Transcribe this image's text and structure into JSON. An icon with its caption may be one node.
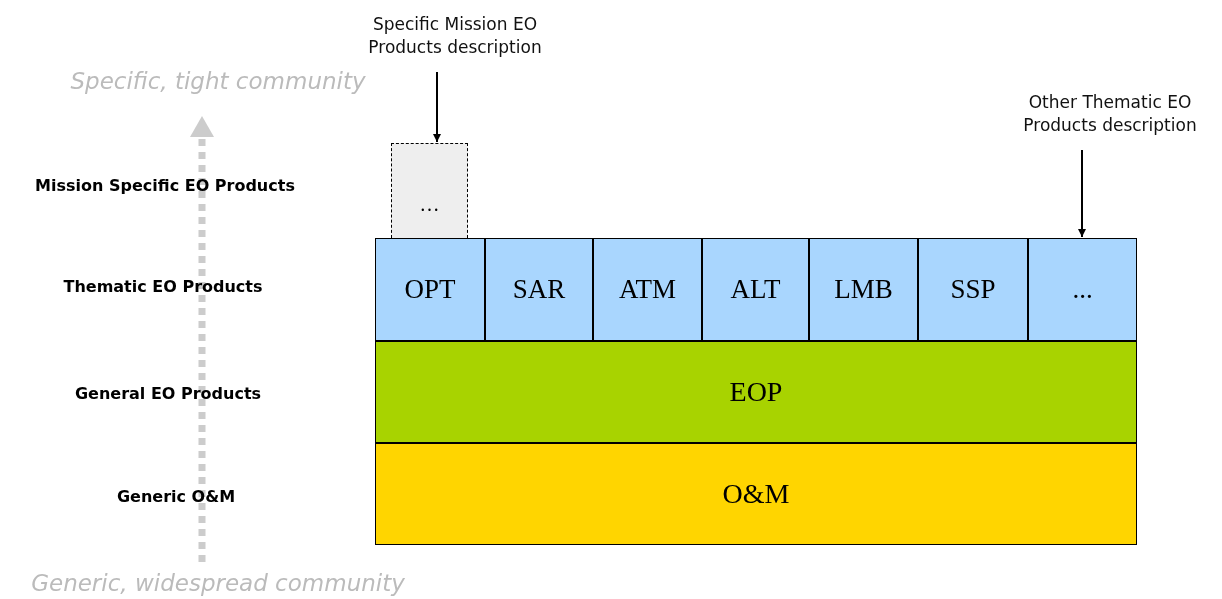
{
  "diagram": {
    "nodes": [
      {
        "text": [
          "Specific Mission EO Products description"
        ]
      },
      {
        "text": [
          "…"
        ]
      },
      {
        "text": [
          "Other Thematic EO Products description"
        ]
      },
      {
        "text": [
          "OPT"
        ]
      },
      {
        "text": [
          "SAR"
        ]
      },
      {
        "text": [
          "ATM"
        ]
      },
      {
        "text": [
          "ALT"
        ]
      },
      {
        "text": [
          "LMB"
        ]
      },
      {
        "text": [
          "SSP"
        ]
      },
      {
        "text": [
          "..."
        ]
      },
      {
        "text": [
          "EOP"
        ]
      },
      {
        "text": [
          "O&M"
        ]
      }
    ],
    "edges": [
      {
        "from": 0,
        "to": 1,
        "arrow": "to"
      },
      {
        "from": 2,
        "to": 9,
        "arrow": "to"
      }
    ],
    "labels": [
      "Specific, tight community",
      "Mission Specific EO Products",
      "Thematic EO Products",
      "General EO Products",
      "Generic O&M",
      "Generic, widespread community"
    ]
  }
}
